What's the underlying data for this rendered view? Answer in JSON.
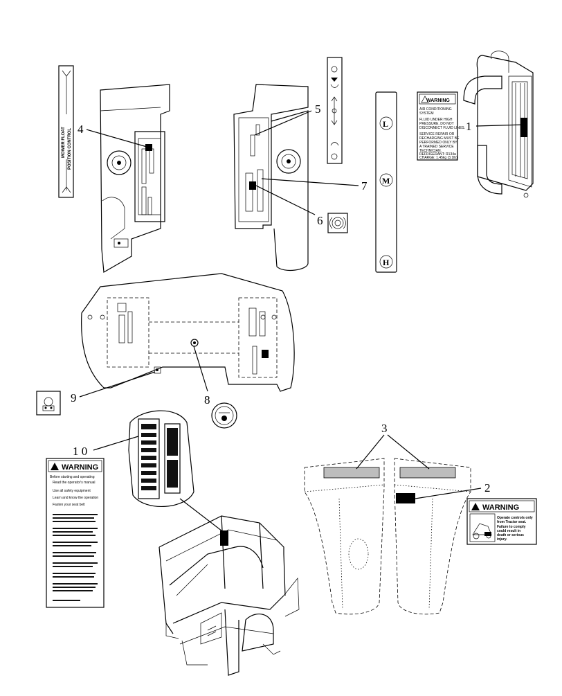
{
  "callouts": {
    "c1": "1",
    "c2": "2",
    "c3": "3",
    "c4": "4",
    "c5": "5",
    "c6": "6",
    "c7": "7",
    "c8": "8",
    "c9": "9",
    "c10": "1 0"
  },
  "decals": {
    "mower_float": {
      "line1": "MOWER FLOAT",
      "line2": "POSITION CONTROL"
    },
    "ac_warning": {
      "header": "WARNING",
      "l1": "AIR CONDITIONING",
      "l2": "SYSTEM",
      "l3": "FLUID UNDER HIGH",
      "l4": "PRESSURE. DO NOT",
      "l5": "DISCONNECT FLUID LINES.",
      "l6": "SERVICE REPAIR OR",
      "l7": "RECHARGING MUST BE",
      "l8": "PERFORMED ONLY BY",
      "l9": "A TRAINED SERVICE",
      "l10": "TECHNICIAN.",
      "l11": "REFRIGERANT: R134a",
      "l12": "CHARGE: 1.45kg (3.1lb)"
    },
    "range_letters": {
      "top": "L",
      "mid": "M",
      "bottom": "H"
    },
    "operator_warning": {
      "header": "WARNING",
      "l1": "Before starting and operating",
      "l2": "Read the operator's manual",
      "l3": "Use all safety equipment",
      "l4": "Learn and know the operation",
      "l5": "Fasten your seat belt"
    },
    "seat_warning": {
      "header": "WARNING",
      "l1": "Operate controls only",
      "l2": "from Tractor seat.",
      "l3": "Failure to comply",
      "l4": "could result in",
      "l5": "death or serious",
      "l6": "injury."
    }
  }
}
